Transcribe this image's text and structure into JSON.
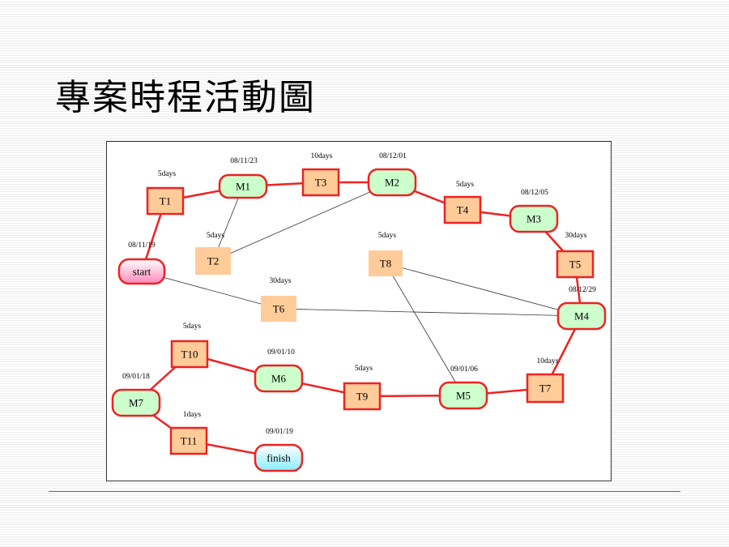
{
  "title": "專案時程活動圖",
  "colors": {
    "critical_edge": "#ee2222",
    "thin_edge": "#333333",
    "milestone_fill": "#ccffcc",
    "task_fill": "#ffcc99",
    "start_fill": "#ff88bb",
    "finish_fill": "#88eeff"
  },
  "nodes": [
    {
      "id": "start",
      "label": "start",
      "kind": "start",
      "annotation": "08/11/19"
    },
    {
      "id": "T1",
      "label": "T1",
      "kind": "task",
      "annotation": "5days"
    },
    {
      "id": "M1",
      "label": "M1",
      "kind": "milestone",
      "annotation": "08/11/23"
    },
    {
      "id": "T2",
      "label": "T2",
      "kind": "task-plain",
      "annotation": "5days"
    },
    {
      "id": "T3",
      "label": "T3",
      "kind": "task",
      "annotation": "10days"
    },
    {
      "id": "M2",
      "label": "M2",
      "kind": "milestone",
      "annotation": "08/12/01"
    },
    {
      "id": "T4",
      "label": "T4",
      "kind": "task",
      "annotation": "5days"
    },
    {
      "id": "M3",
      "label": "M3",
      "kind": "milestone",
      "annotation": "08/12/05"
    },
    {
      "id": "T5",
      "label": "T5",
      "kind": "task",
      "annotation": "30days"
    },
    {
      "id": "T8",
      "label": "T8",
      "kind": "task-plain",
      "annotation": "5days"
    },
    {
      "id": "T6",
      "label": "T6",
      "kind": "task-plain",
      "annotation": "30days"
    },
    {
      "id": "M4",
      "label": "M4",
      "kind": "milestone",
      "annotation": "08/12/29"
    },
    {
      "id": "T10",
      "label": "T10",
      "kind": "task",
      "annotation": "5days"
    },
    {
      "id": "M6",
      "label": "M6",
      "kind": "milestone",
      "annotation": "09/01/10"
    },
    {
      "id": "T9",
      "label": "T9",
      "kind": "task",
      "annotation": "5days"
    },
    {
      "id": "M5",
      "label": "M5",
      "kind": "milestone",
      "annotation": "09/01/06"
    },
    {
      "id": "T7",
      "label": "T7",
      "kind": "task",
      "annotation": "10days"
    },
    {
      "id": "M7",
      "label": "M7",
      "kind": "milestone",
      "annotation": "09/01/18"
    },
    {
      "id": "T11",
      "label": "T11",
      "kind": "task",
      "annotation": "1days"
    },
    {
      "id": "finish",
      "label": "finish",
      "kind": "finish",
      "annotation": "09/01/19"
    }
  ],
  "edges": [
    {
      "from": "start",
      "to": "T1",
      "style": "critical"
    },
    {
      "from": "T1",
      "to": "M1",
      "style": "critical"
    },
    {
      "from": "M1",
      "to": "T3",
      "style": "critical"
    },
    {
      "from": "T3",
      "to": "M2",
      "style": "critical"
    },
    {
      "from": "M2",
      "to": "T4",
      "style": "critical"
    },
    {
      "from": "T4",
      "to": "M3",
      "style": "critical"
    },
    {
      "from": "M3",
      "to": "T5",
      "style": "critical"
    },
    {
      "from": "T5",
      "to": "M4",
      "style": "critical"
    },
    {
      "from": "M4",
      "to": "T7",
      "style": "critical"
    },
    {
      "from": "T7",
      "to": "M5",
      "style": "critical"
    },
    {
      "from": "M5",
      "to": "T9",
      "style": "critical"
    },
    {
      "from": "T9",
      "to": "M6",
      "style": "critical"
    },
    {
      "from": "M6",
      "to": "T10",
      "style": "critical"
    },
    {
      "from": "T10",
      "to": "M7",
      "style": "critical"
    },
    {
      "from": "M7",
      "to": "T11",
      "style": "critical"
    },
    {
      "from": "T11",
      "to": "finish",
      "style": "critical"
    },
    {
      "from": "M1",
      "to": "T2",
      "style": "thin"
    },
    {
      "from": "T2",
      "to": "M2",
      "style": "thin"
    },
    {
      "from": "start",
      "to": "T6",
      "style": "thin"
    },
    {
      "from": "T6",
      "to": "M4",
      "style": "thin"
    },
    {
      "from": "T8",
      "to": "M4",
      "style": "thin"
    },
    {
      "from": "T8",
      "to": "M5",
      "style": "thin"
    }
  ]
}
